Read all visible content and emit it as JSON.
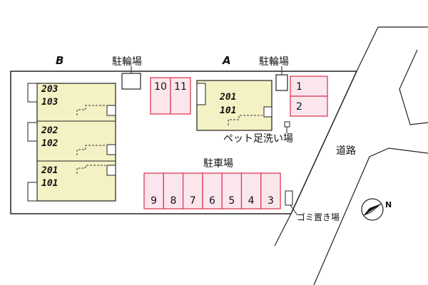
{
  "wings": {
    "b": "B",
    "a": "A"
  },
  "labels": {
    "bicycle_b": "駐輪場",
    "bicycle_a": "駐輪場",
    "parking": "駐車場",
    "pet_wash": "ペット足洗い場",
    "road": "道路",
    "garbage": "ゴミ置き場",
    "north": "N"
  },
  "building_b": {
    "units": [
      {
        "upper": "203",
        "lower": "103"
      },
      {
        "upper": "202",
        "lower": "102"
      },
      {
        "upper": "201",
        "lower": "101"
      }
    ]
  },
  "building_a": {
    "units": [
      {
        "upper": "201",
        "lower": "101"
      }
    ]
  },
  "parking_spaces": {
    "top_pair": [
      "10",
      "11"
    ],
    "right_pair": [
      "1",
      "2"
    ],
    "main_row": [
      "9",
      "8",
      "7",
      "6",
      "5",
      "4",
      "3"
    ]
  },
  "colors": {
    "building_fill": "#f4f2c4",
    "parking_fill": "#fce6ee",
    "parking_stroke": "#d9304a",
    "outline": "#222222"
  }
}
